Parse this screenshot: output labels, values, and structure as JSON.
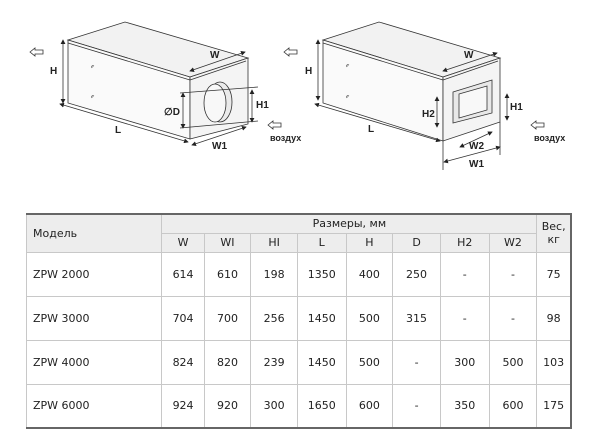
{
  "diagrams": {
    "left": {
      "labels": {
        "W": "W",
        "H": "H",
        "H1": "H1",
        "D": "∅D",
        "L": "L",
        "W1": "W1"
      },
      "air_label": "воздух"
    },
    "right": {
      "labels": {
        "W": "W",
        "H": "H",
        "H1": "H1",
        "H2": "H2",
        "L": "L",
        "W1": "W1",
        "W2": "W2"
      },
      "air_label": "воздух"
    }
  },
  "table": {
    "model_header": "Модель",
    "dimensions_header": "Размеры, мм",
    "weight_header_1": "Вес,",
    "weight_header_2": "кг",
    "columns": [
      "W",
      "WI",
      "HI",
      "L",
      "H",
      "D",
      "H2",
      "W2"
    ],
    "rows": [
      {
        "model": "ZPW 2000",
        "W": "614",
        "W1": "610",
        "H1": "198",
        "L": "1350",
        "H": "400",
        "D": "250",
        "H2": "-",
        "W2": "-",
        "weight": "75"
      },
      {
        "model": "ZPW 3000",
        "W": "704",
        "W1": "700",
        "H1": "256",
        "L": "1450",
        "H": "500",
        "D": "315",
        "H2": "-",
        "W2": "-",
        "weight": "98"
      },
      {
        "model": "ZPW 4000",
        "W": "824",
        "W1": "820",
        "H1": "239",
        "L": "1450",
        "H": "500",
        "D": "-",
        "H2": "300",
        "W2": "500",
        "weight": "103"
      },
      {
        "model": "ZPW 6000",
        "W": "924",
        "W1": "920",
        "H1": "300",
        "L": "1650",
        "H": "600",
        "D": "-",
        "H2": "350",
        "W2": "600",
        "weight": "175"
      }
    ]
  }
}
